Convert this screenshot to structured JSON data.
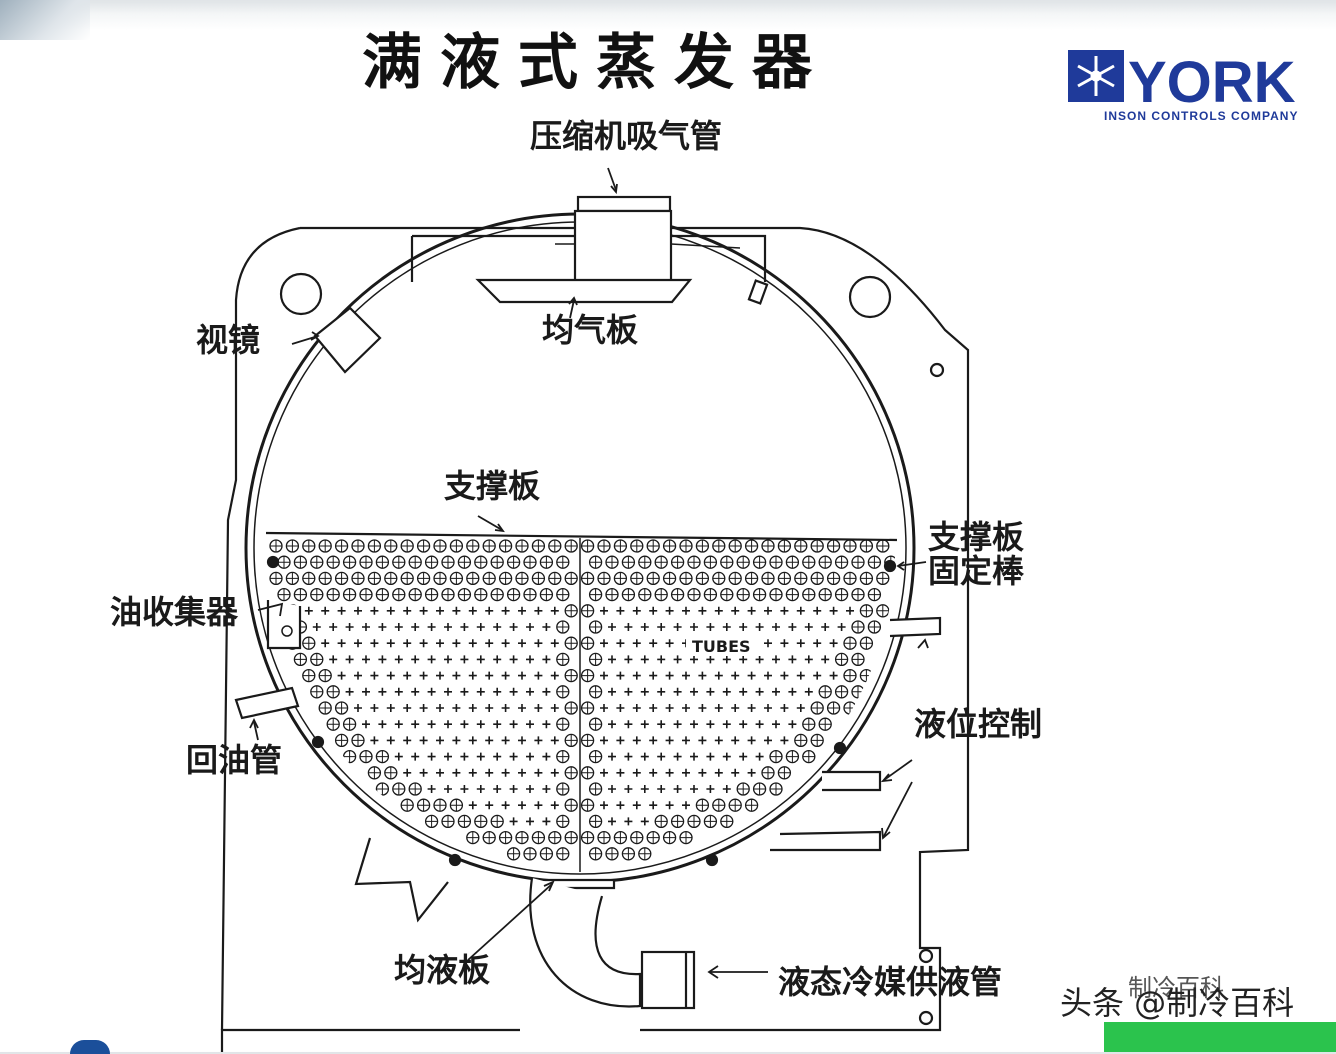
{
  "title": "满液式蒸发器",
  "logo": {
    "brand": "YORK",
    "tagline": "INSON CONTROLS COMPANY",
    "brand_color": "#1f3a9a"
  },
  "labels": {
    "suction_pipe": "压缩机吸气管",
    "gas_plate": "均气板",
    "sight_glass": "视镜",
    "support_plate_top": "支撑板",
    "support_plate_right_1": "支撑板",
    "support_plate_right_2": "固定棒",
    "oil_collector": "油收集器",
    "oil_return": "回油管",
    "level_control": "液位控制",
    "liquid_plate": "均液板",
    "liquid_supply": "液态冷媒供液管",
    "tubes": "TUBES"
  },
  "watermark": {
    "text": "头条 @制冷百科",
    "faint": "制冷百科"
  },
  "colors": {
    "line": "#1a1a1a",
    "accent_green": "#2bc34d"
  }
}
